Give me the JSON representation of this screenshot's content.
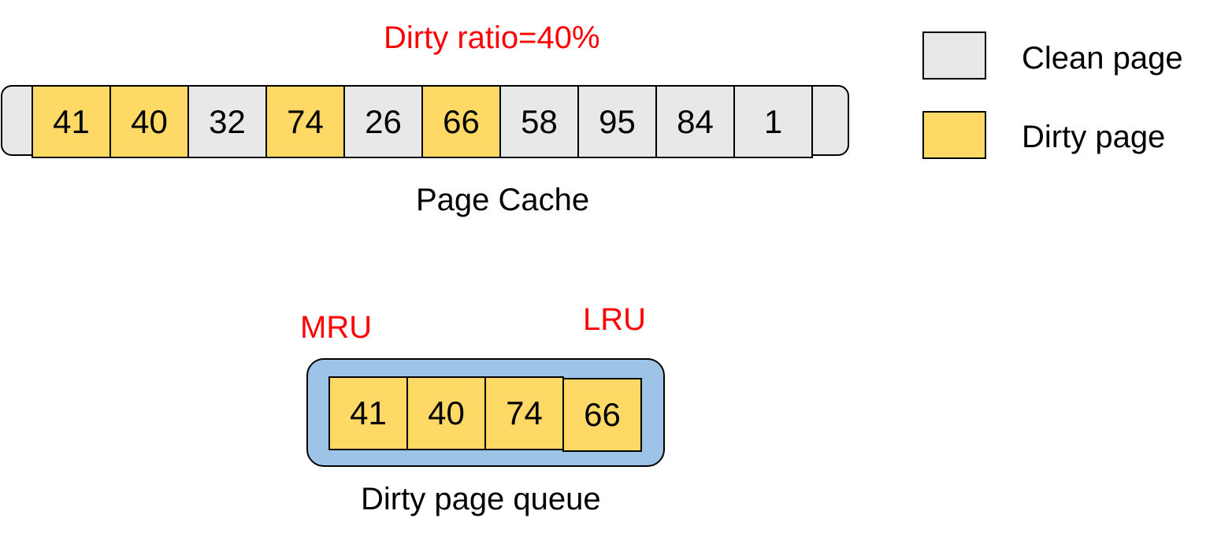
{
  "colors": {
    "clean": "#e8e8e8",
    "dirty": "#ffd966",
    "queue_bg": "#9dc3e6",
    "annotation": "#ff0000"
  },
  "dirty_ratio_label": "Dirty ratio=40%",
  "page_cache": {
    "title": "Page Cache",
    "pages": [
      {
        "id": "41",
        "state": "dirty"
      },
      {
        "id": "40",
        "state": "dirty"
      },
      {
        "id": "32",
        "state": "clean"
      },
      {
        "id": "74",
        "state": "dirty"
      },
      {
        "id": "26",
        "state": "clean"
      },
      {
        "id": "66",
        "state": "dirty"
      },
      {
        "id": "58",
        "state": "clean"
      },
      {
        "id": "95",
        "state": "clean"
      },
      {
        "id": "84",
        "state": "clean"
      },
      {
        "id": "1",
        "state": "clean"
      }
    ]
  },
  "legend": {
    "clean_label": "Clean page",
    "dirty_label": "Dirty page"
  },
  "dirty_queue": {
    "title": "Dirty page queue",
    "mru_label": "MRU",
    "lru_label": "LRU",
    "pages": [
      "41",
      "40",
      "74",
      "66"
    ]
  }
}
